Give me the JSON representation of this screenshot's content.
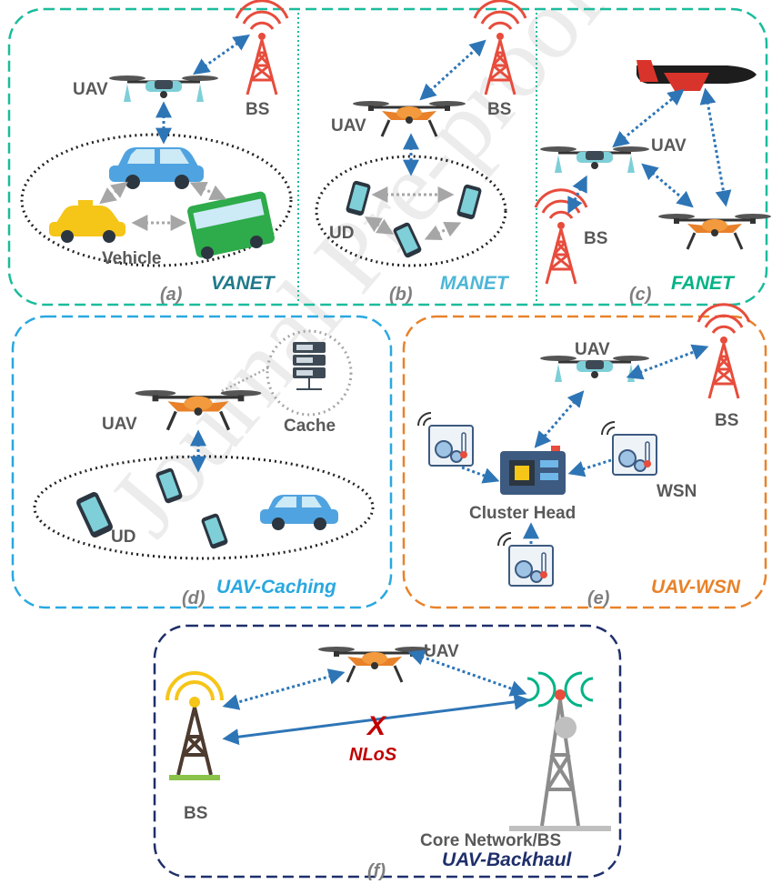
{
  "watermark": "Journal Pre-proof",
  "panels": {
    "a": {
      "paren": "(a)",
      "name": "VANET",
      "uav": "UAV",
      "bs": "BS",
      "vehicle": "Vehicle"
    },
    "b": {
      "paren": "(b)",
      "name": "MANET",
      "uav": "UAV",
      "bs": "BS",
      "ud": "UD"
    },
    "c": {
      "paren": "(c)",
      "name": "FANET",
      "uav": "UAV",
      "bs": "BS"
    },
    "d": {
      "paren": "(d)",
      "name": "UAV-Caching",
      "uav": "UAV",
      "cache": "Cache",
      "ud": "UD"
    },
    "e": {
      "paren": "(e)",
      "name": "UAV-WSN",
      "uav": "UAV",
      "bs": "BS",
      "wsn": "WSN",
      "cluster_head": "Cluster Head"
    },
    "f": {
      "paren": "(f)",
      "name": "UAV-Backhaul",
      "uav": "UAV",
      "bs": "BS",
      "core": "Core Network/BS",
      "nlos": "NLoS",
      "x_mark": "X"
    }
  },
  "colors": {
    "vanet": "#1f7a8c",
    "manet": "#4db6d8",
    "fanet": "#00b386",
    "caching": "#29a8e0",
    "wsn": "#e8822a",
    "backhaul": "#1f2f6b",
    "link": "#2e75b6",
    "nlos": "#c00000"
  }
}
